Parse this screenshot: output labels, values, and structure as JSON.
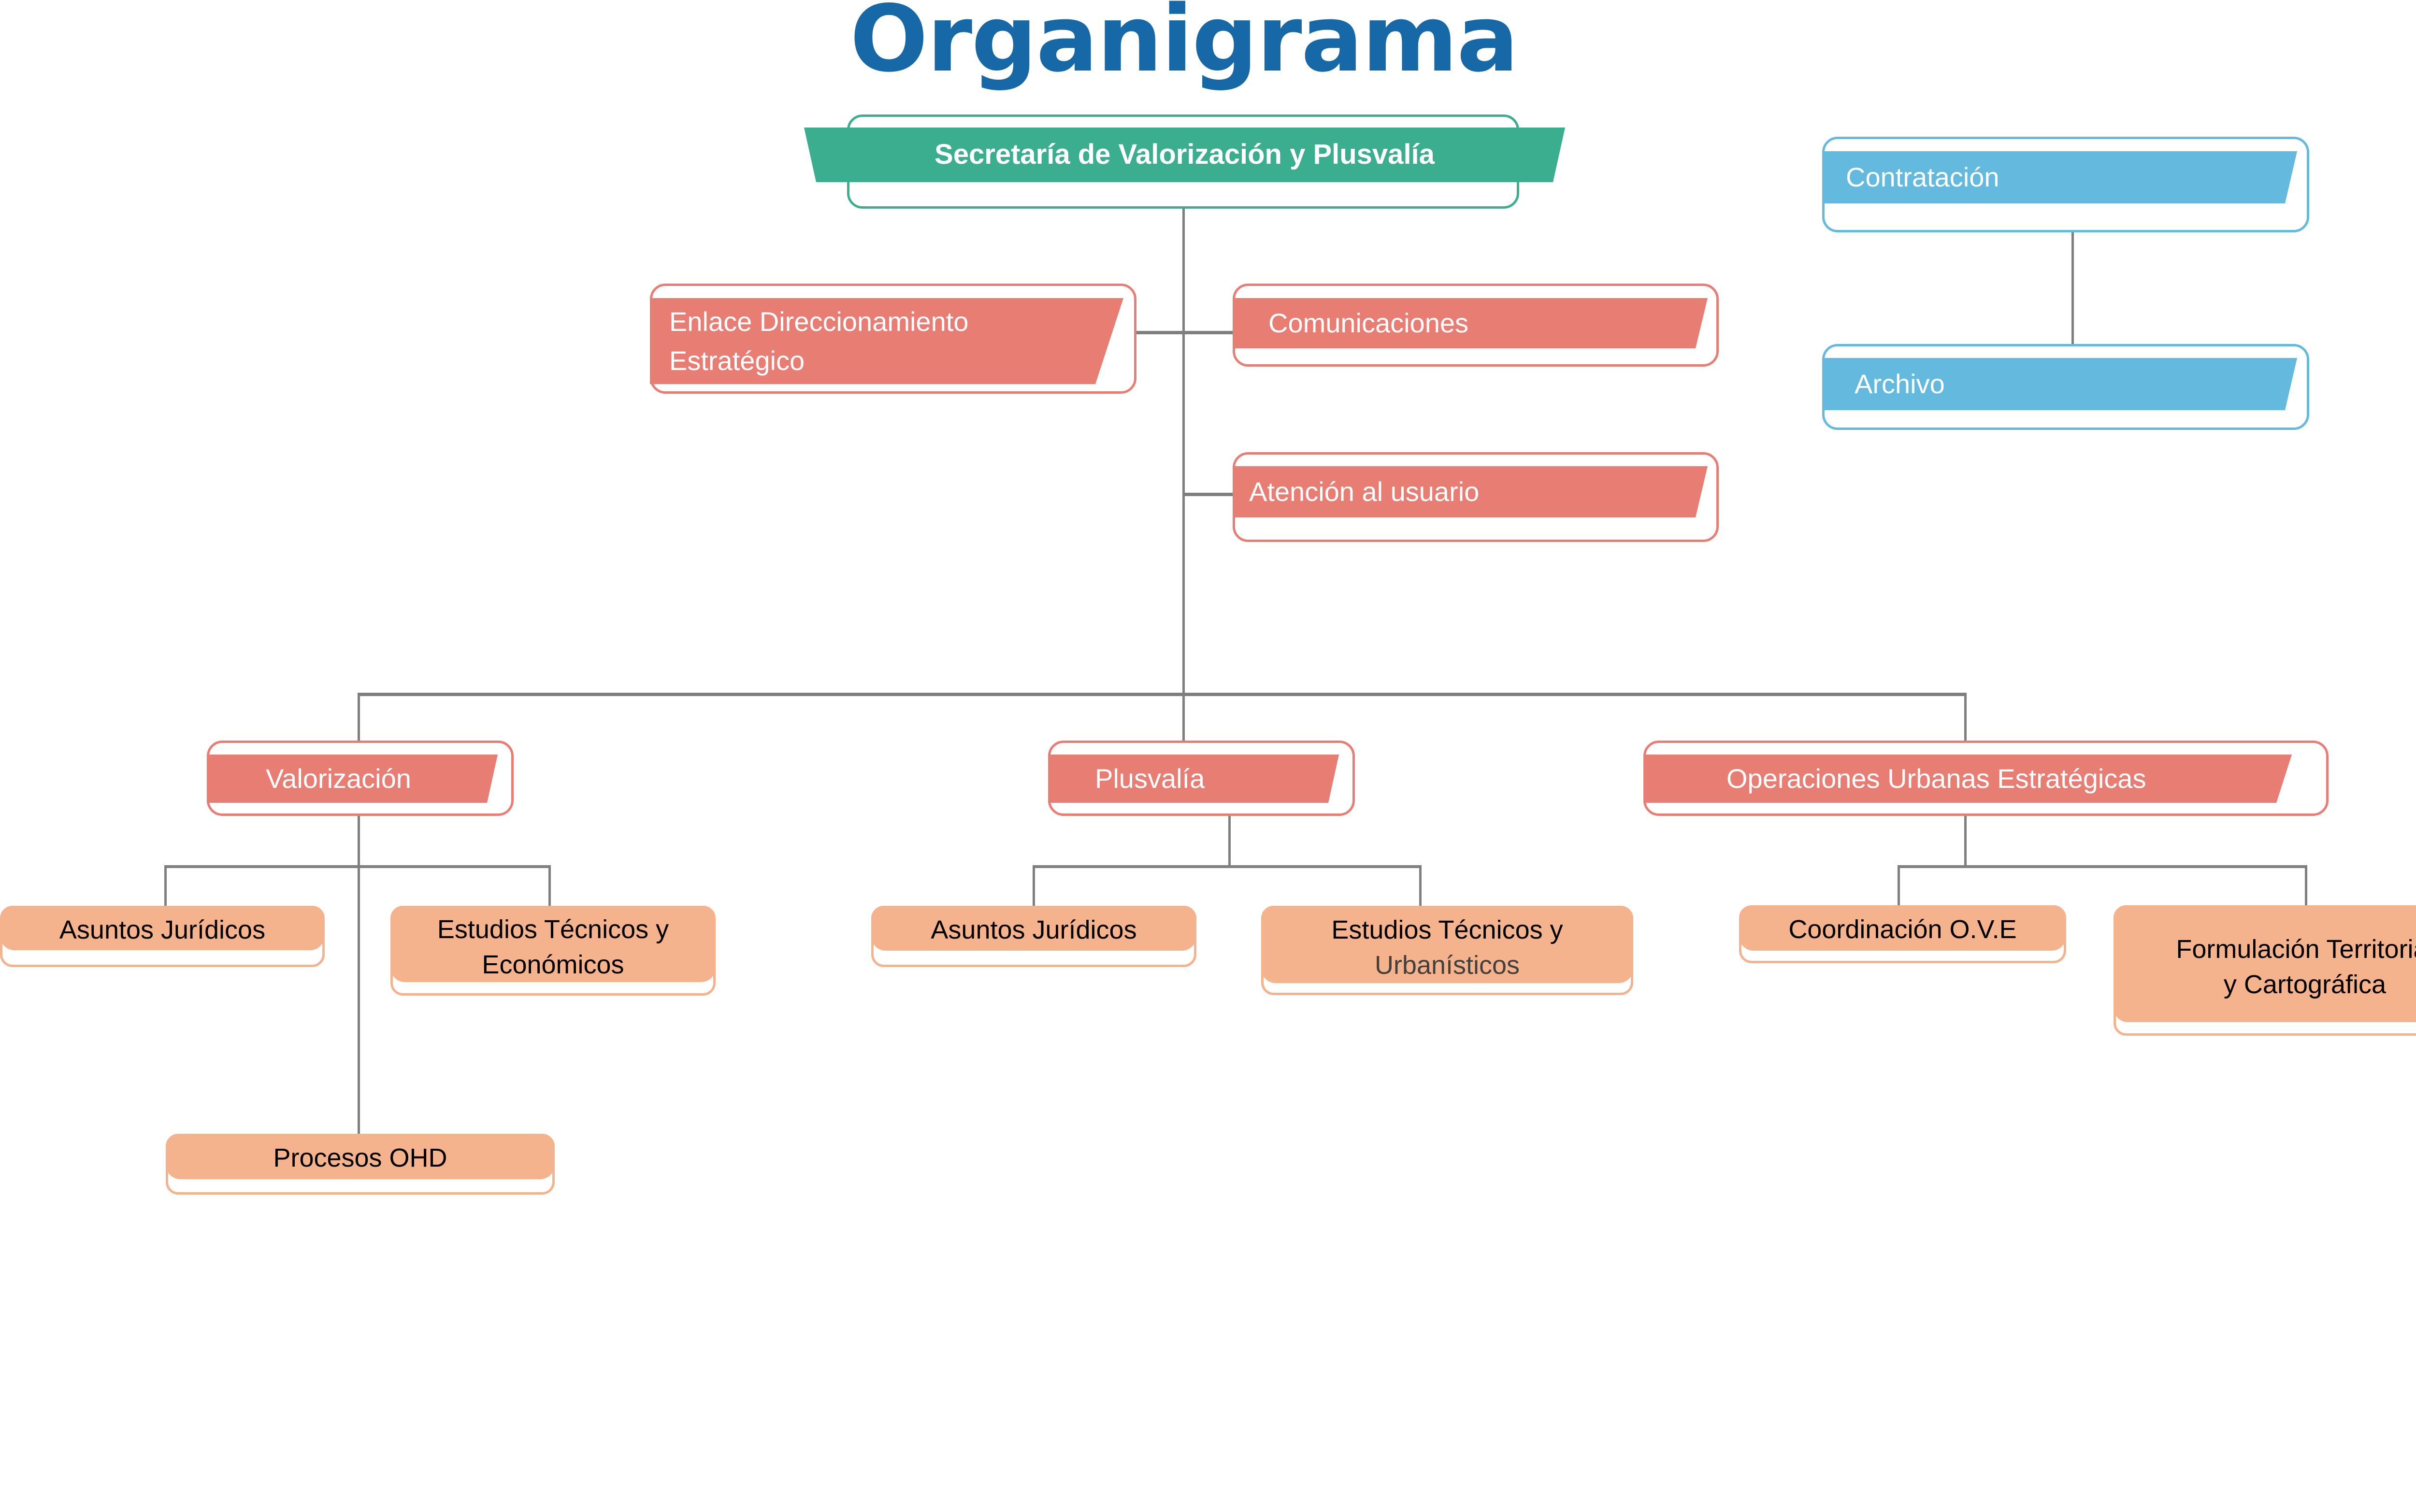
{
  "title": "Organigrama",
  "colors": {
    "title": "#1768a6",
    "root": "#3aae8f",
    "unit": "#e87d74",
    "support": "#63b9de",
    "subunit": "#f4b28d",
    "connector": "#7f7f7f"
  },
  "root": {
    "label": "Secretaría de Valorización y Plusvalía"
  },
  "staff": [
    {
      "label_lines": [
        "Enlace Direccionamiento",
        "Estratégico"
      ]
    },
    {
      "label_lines": [
        "Comunicaciones"
      ]
    },
    {
      "label_lines": [
        "Atención al usuario"
      ]
    }
  ],
  "support": [
    {
      "label": "Contratación"
    },
    {
      "label": "Archivo"
    }
  ],
  "units": [
    {
      "label": "Valorización",
      "children": [
        {
          "label_lines": [
            "Asuntos Jurídicos"
          ]
        },
        {
          "label_lines": [
            "Estudios Técnicos y",
            "Económicos"
          ]
        },
        {
          "label_lines": [
            "Procesos OHD"
          ]
        }
      ]
    },
    {
      "label": "Plusvalía",
      "children": [
        {
          "label_lines": [
            "Asuntos Jurídicos"
          ]
        },
        {
          "label_lines": [
            "Estudios Técnicos y",
            "Urbanísticos"
          ]
        }
      ]
    },
    {
      "label": "Operaciones Urbanas Estratégicas",
      "children": [
        {
          "label_lines": [
            "Coordinación O.V.E"
          ]
        },
        {
          "label_lines": [
            "Formulación Territorial",
            "y Cartográfica"
          ]
        }
      ]
    }
  ]
}
